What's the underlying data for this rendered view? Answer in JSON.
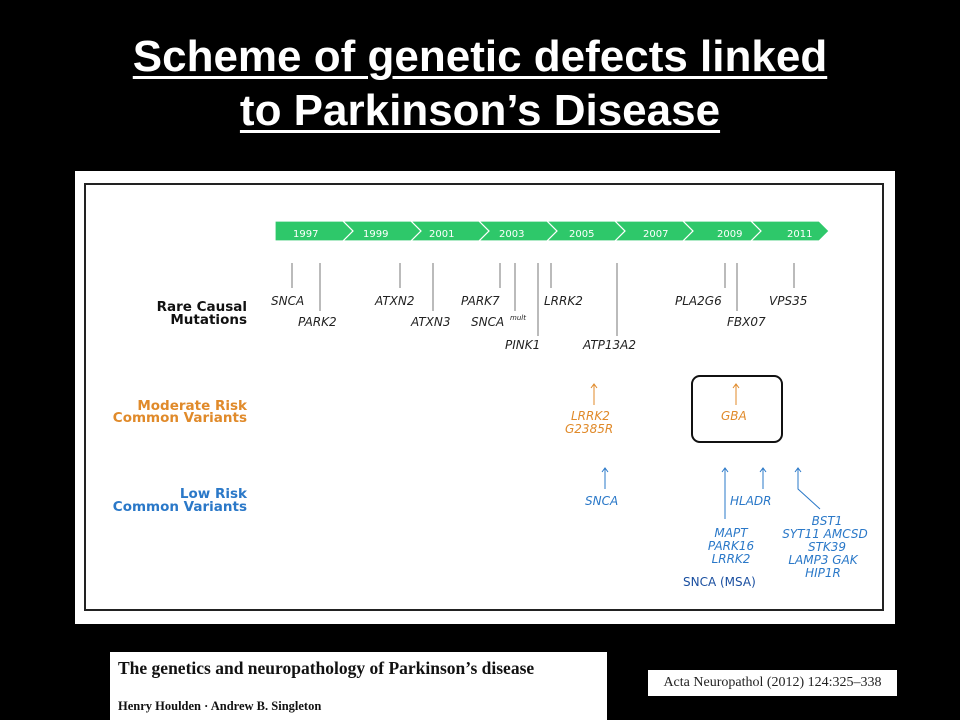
{
  "slide": {
    "title_line1": "Scheme of genetic defects linked",
    "title_line2": "to Parkinson’s Disease"
  },
  "colors": {
    "timeline": "#2ec86a",
    "rare": "#222222",
    "moderate": "#e08a2a",
    "low": "#2a78c8",
    "frame": "#111111"
  },
  "timeline": {
    "years": [
      "1997",
      "1999",
      "2001",
      "2003",
      "2005",
      "2007",
      "2009",
      "2011"
    ]
  },
  "rows": {
    "rare": {
      "line1": "Rare Causal",
      "line2": "Mutations"
    },
    "moderate": {
      "line1": "Moderate Risk",
      "line2": "Common Variants"
    },
    "low": {
      "line1": "Low Risk",
      "line2": "Common Variants"
    }
  },
  "rare_genes": {
    "snca": "SNCA",
    "park2": "PARK2",
    "atxn2": "ATXN2",
    "atxn3": "ATXN3",
    "park7": "PARK7",
    "snca_mult": "SNCA",
    "snca_mult_sup": "mult",
    "pink1": "PINK1",
    "lrrk2": "LRRK2",
    "atp13a2": "ATP13A2",
    "pla2g6": "PLA2G6",
    "fbx07": "FBX07",
    "vps35": "VPS35"
  },
  "moderate_genes": {
    "lrrk2_line1": "LRRK2",
    "lrrk2_line2": "G2385R",
    "gba": "GBA"
  },
  "low_genes": {
    "snca": "SNCA",
    "hladr": "HLADR",
    "group1": [
      "MAPT",
      "PARK16",
      "LRRK2"
    ],
    "snca_msa": "SNCA (MSA)",
    "group2": [
      "BST1",
      "SYT11 AMCSD",
      "STK39",
      "LAMP3 GAK",
      "HIP1R"
    ]
  },
  "citation": {
    "title": "The genetics and neuropathology of Parkinson’s disease",
    "authors": "Henry Houlden · Andrew B. Singleton",
    "journal": "Acta Neuropathol (2012) 124:325–338"
  }
}
